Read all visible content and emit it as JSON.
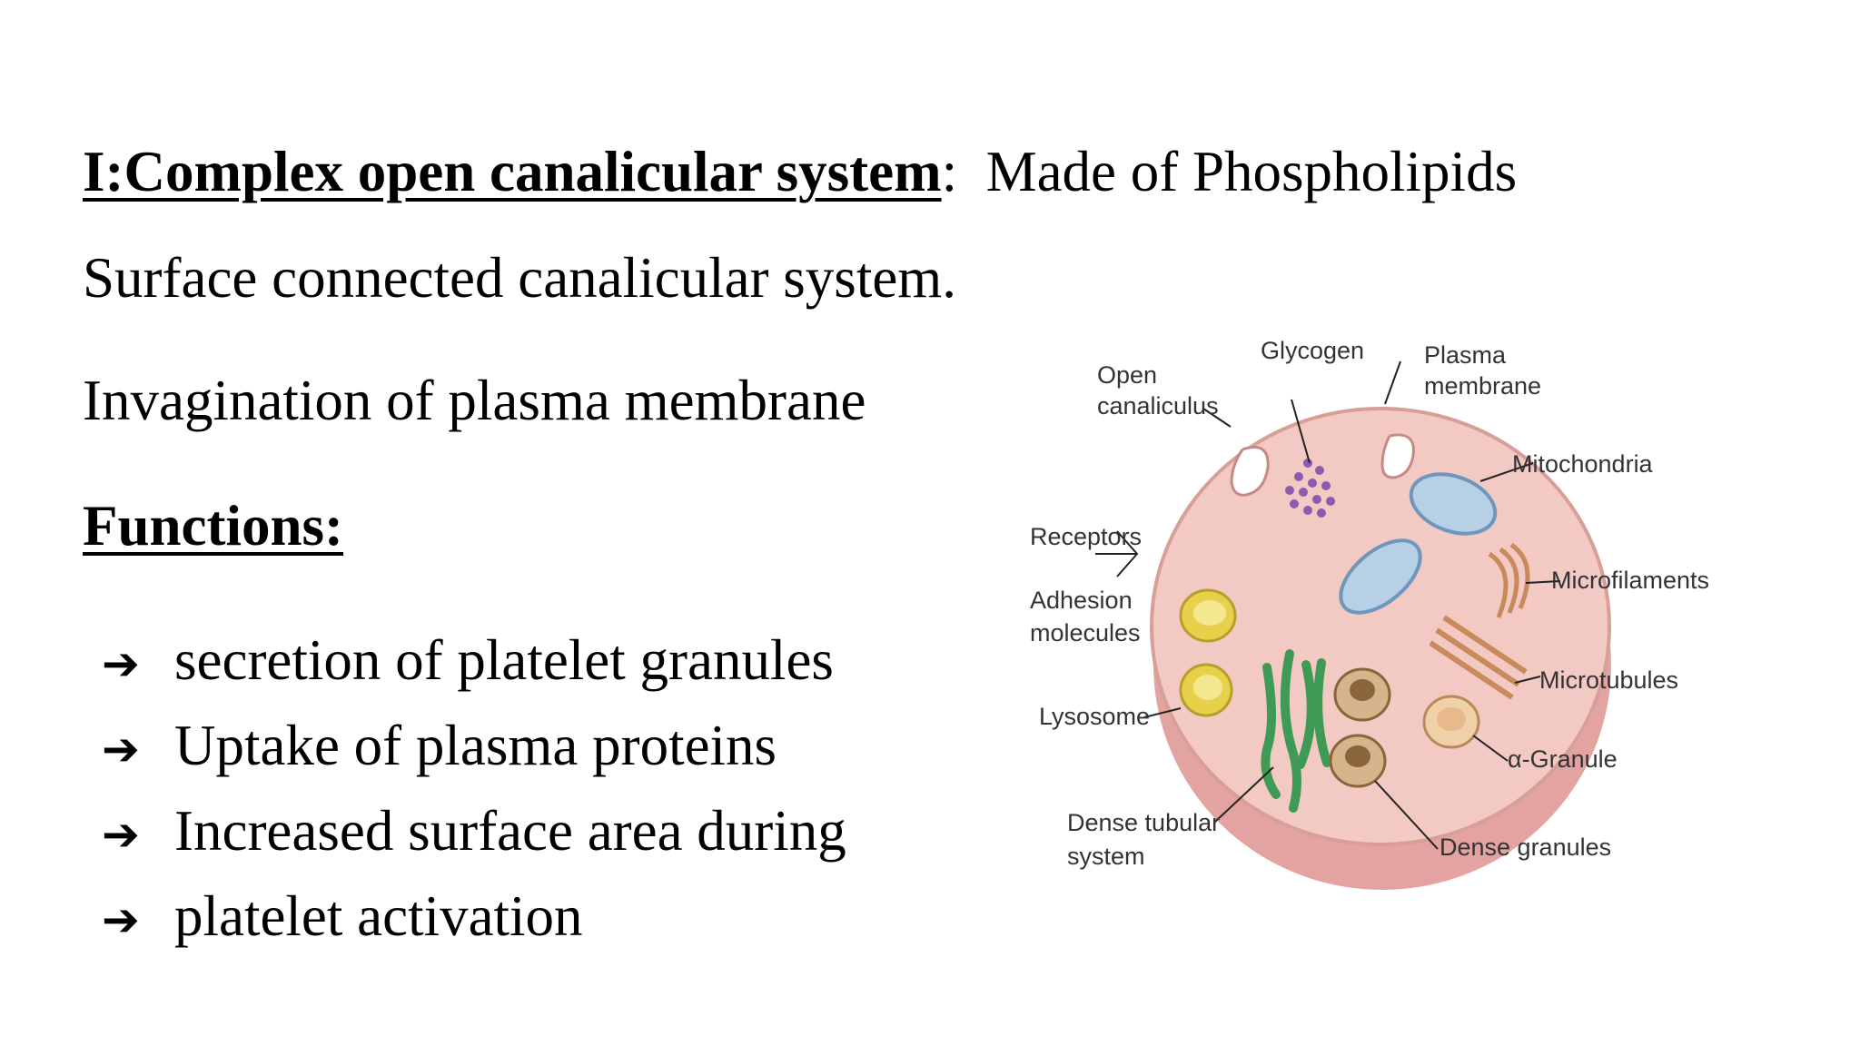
{
  "slide": {
    "heading": {
      "title": "I:Complex open canalicular system",
      "separator": ":",
      "subtitle": "Made of Phospholipids"
    },
    "lines": [
      "Surface connected canalicular system.",
      "Invagination of plasma membrane"
    ],
    "functions_label": "Functions:",
    "bullets": [
      "secretion of platelet granules",
      "Uptake of plasma proteins",
      "Increased surface area during",
      "platelet activation"
    ],
    "bullet_icon": "right-arrow-icon"
  },
  "figure": {
    "labels": {
      "glycogen": "Glycogen",
      "open_canaliculus_1": "Open",
      "open_canaliculus_2": "canaliculus",
      "plasma_membrane_1": "Plasma",
      "plasma_membrane_2": "membrane",
      "mitochondria": "Mitochondria",
      "receptors": "Receptors",
      "adhesion_1": "Adhesion",
      "adhesion_2": "molecules",
      "microfilaments": "Microfilaments",
      "microtubules": "Microtubules",
      "lysosome": "Lysosome",
      "alpha_granule": "α-Granule",
      "dense_tubular_1": "Dense tubular",
      "dense_tubular_2": "system",
      "dense_granules": "Dense granules"
    },
    "colors": {
      "cytoplasm": "#f3c9c3",
      "membrane_edge": "#e29a98",
      "glycogen": "#8a5cb0",
      "mitochondria": "#8fb5d6",
      "lysosome": "#e8d14a",
      "dense_tubular": "#3f9a55",
      "dense_granule": "#a87a4a",
      "alpha_granule": "#e8b98a",
      "microfilament": "#c88a5a"
    }
  }
}
